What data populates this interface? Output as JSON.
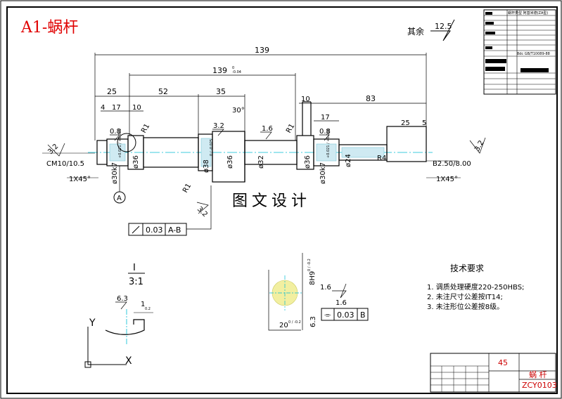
{
  "title": "A1-蜗杆",
  "watermark": "图文设计",
  "roughness_rest": {
    "label": "其余",
    "value": "12.5"
  },
  "dimensions": {
    "total_length": "139",
    "length_tol": "139",
    "tol_upper": "0",
    "tol_lower": "-0.04",
    "d25": "25",
    "d52": "52",
    "d35": "35",
    "d10a": "10",
    "d83": "83",
    "d4": "4",
    "d17a": "17",
    "d10b": "10",
    "d17b": "17",
    "d25b": "25",
    "d5": "5",
    "angle30": "30°",
    "cm": "CM10/10.5",
    "chamfer_l": "1X45°",
    "chamfer_r": "1X45°",
    "b_center": "B2.50/8.00",
    "r4": "R4",
    "r1a": "R1",
    "r1b": "R1",
    "r1c": "R1",
    "dia30k7a": "ø30k7",
    "dia36a": "ø36",
    "dia38": "ø38",
    "dia36b": "ø36",
    "dia32": "ø32",
    "dia36c": "ø36",
    "dia30k7b": "ø30k7",
    "dia24": "ø24",
    "k7_tol": "+0.021 / +0.002",
    "dia38_tol": "0 / -0.025",
    "ra08a": "0.8",
    "ra08b": "0.8",
    "ra32a": "3.2",
    "ra16": "1.6",
    "ra32b": "3.2",
    "ra32c": "3.2",
    "ra32d": "3.2",
    "datum_a": "A",
    "runout_value": "0.03",
    "runout_ref": "A-B"
  },
  "detail_view": {
    "label": "I",
    "scale": "3:1",
    "ra": "6.3",
    "dim": "1",
    "dim2": "0.2"
  },
  "section": {
    "width": "8H9",
    "depth": "20",
    "depth_tol": "0 / -0.2",
    "ra16a": "1.6",
    "ra16b": "1.6",
    "ra63": "6.3",
    "sym_value": "0.03",
    "sym_ref": "B"
  },
  "ucs": {
    "x": "X",
    "y": "Y"
  },
  "tech_req": {
    "heading": "技术要求",
    "items": [
      "1. 调质处理硬度220-250HBS;",
      "2. 未注尺寸公差按IT14;",
      "3. 未注形位公差按8级。"
    ]
  },
  "title_block": {
    "material": "45",
    "part_name": "蜗 杆",
    "drawing_no": "ZCY0103"
  },
  "params_table": {
    "header": "蜗杆类型  阿基米德(ZA型)",
    "precision": "8dc GB/T10089-88"
  },
  "colors": {
    "title": "#e00000",
    "cyan": "#00bcd4",
    "hatch": "#7ec8d8",
    "frame": "#000000"
  }
}
